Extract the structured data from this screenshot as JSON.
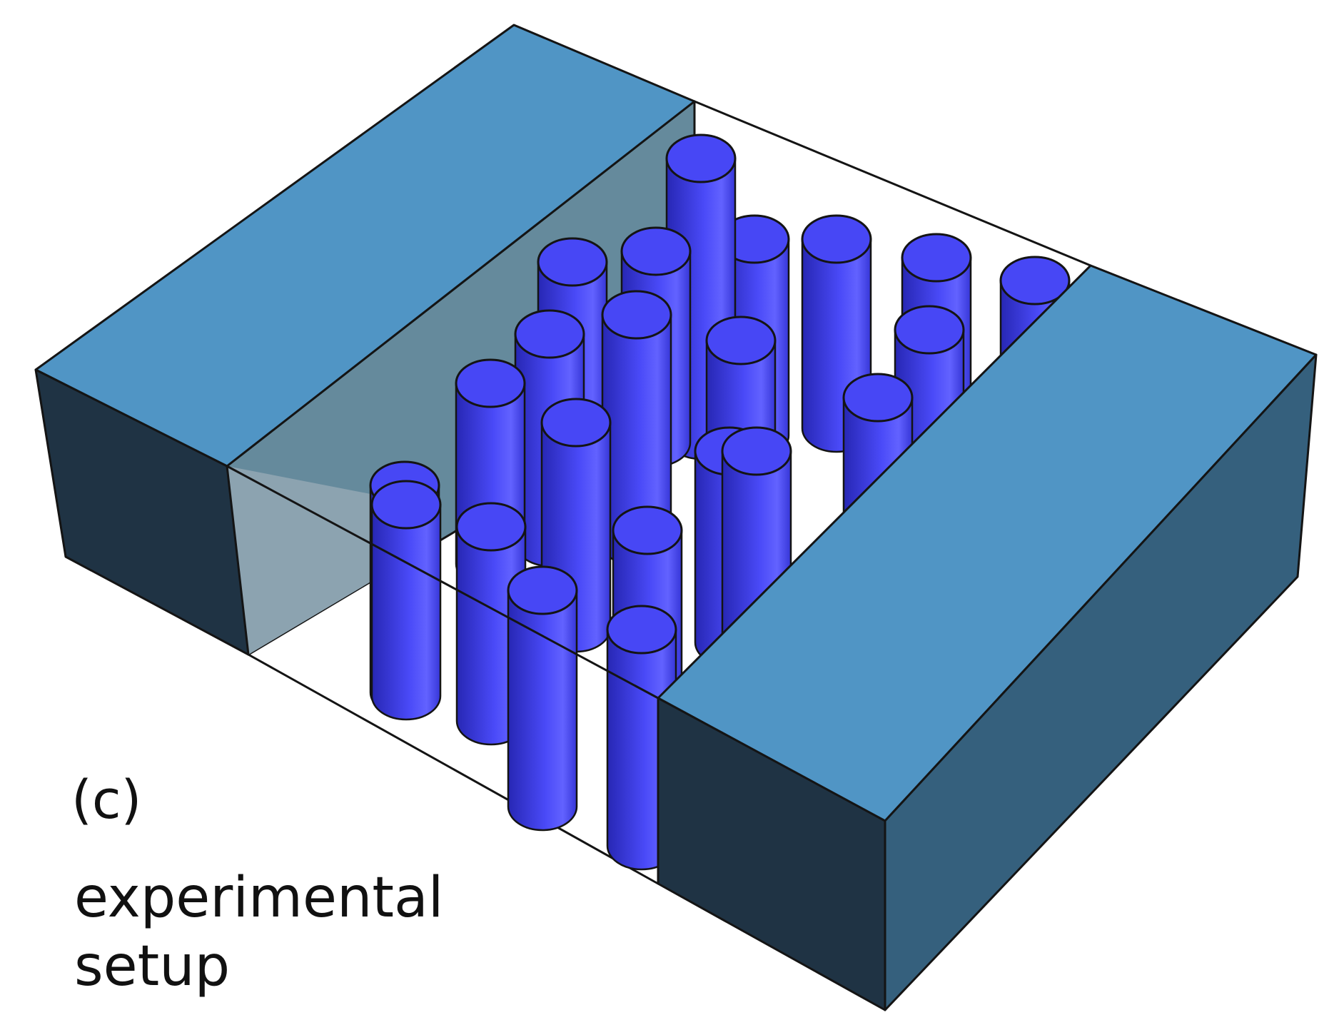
{
  "figure": {
    "panel_label": "(c)",
    "caption_lines": [
      "experimental",
      "setup"
    ]
  },
  "colors": {
    "block_top": "#5095c5",
    "block_front": "#1f3344",
    "block_side": "#35607d",
    "inner_wall": "#658a9c",
    "inner_wall_lower": "#8ca3b0",
    "cylinder": "#4747f5",
    "cylinder_dark": "#2727b4",
    "cylinder_light": "#6060ff",
    "outline": "#141414"
  },
  "scatterers": {
    "shape": "cylinder",
    "count": 23
  }
}
